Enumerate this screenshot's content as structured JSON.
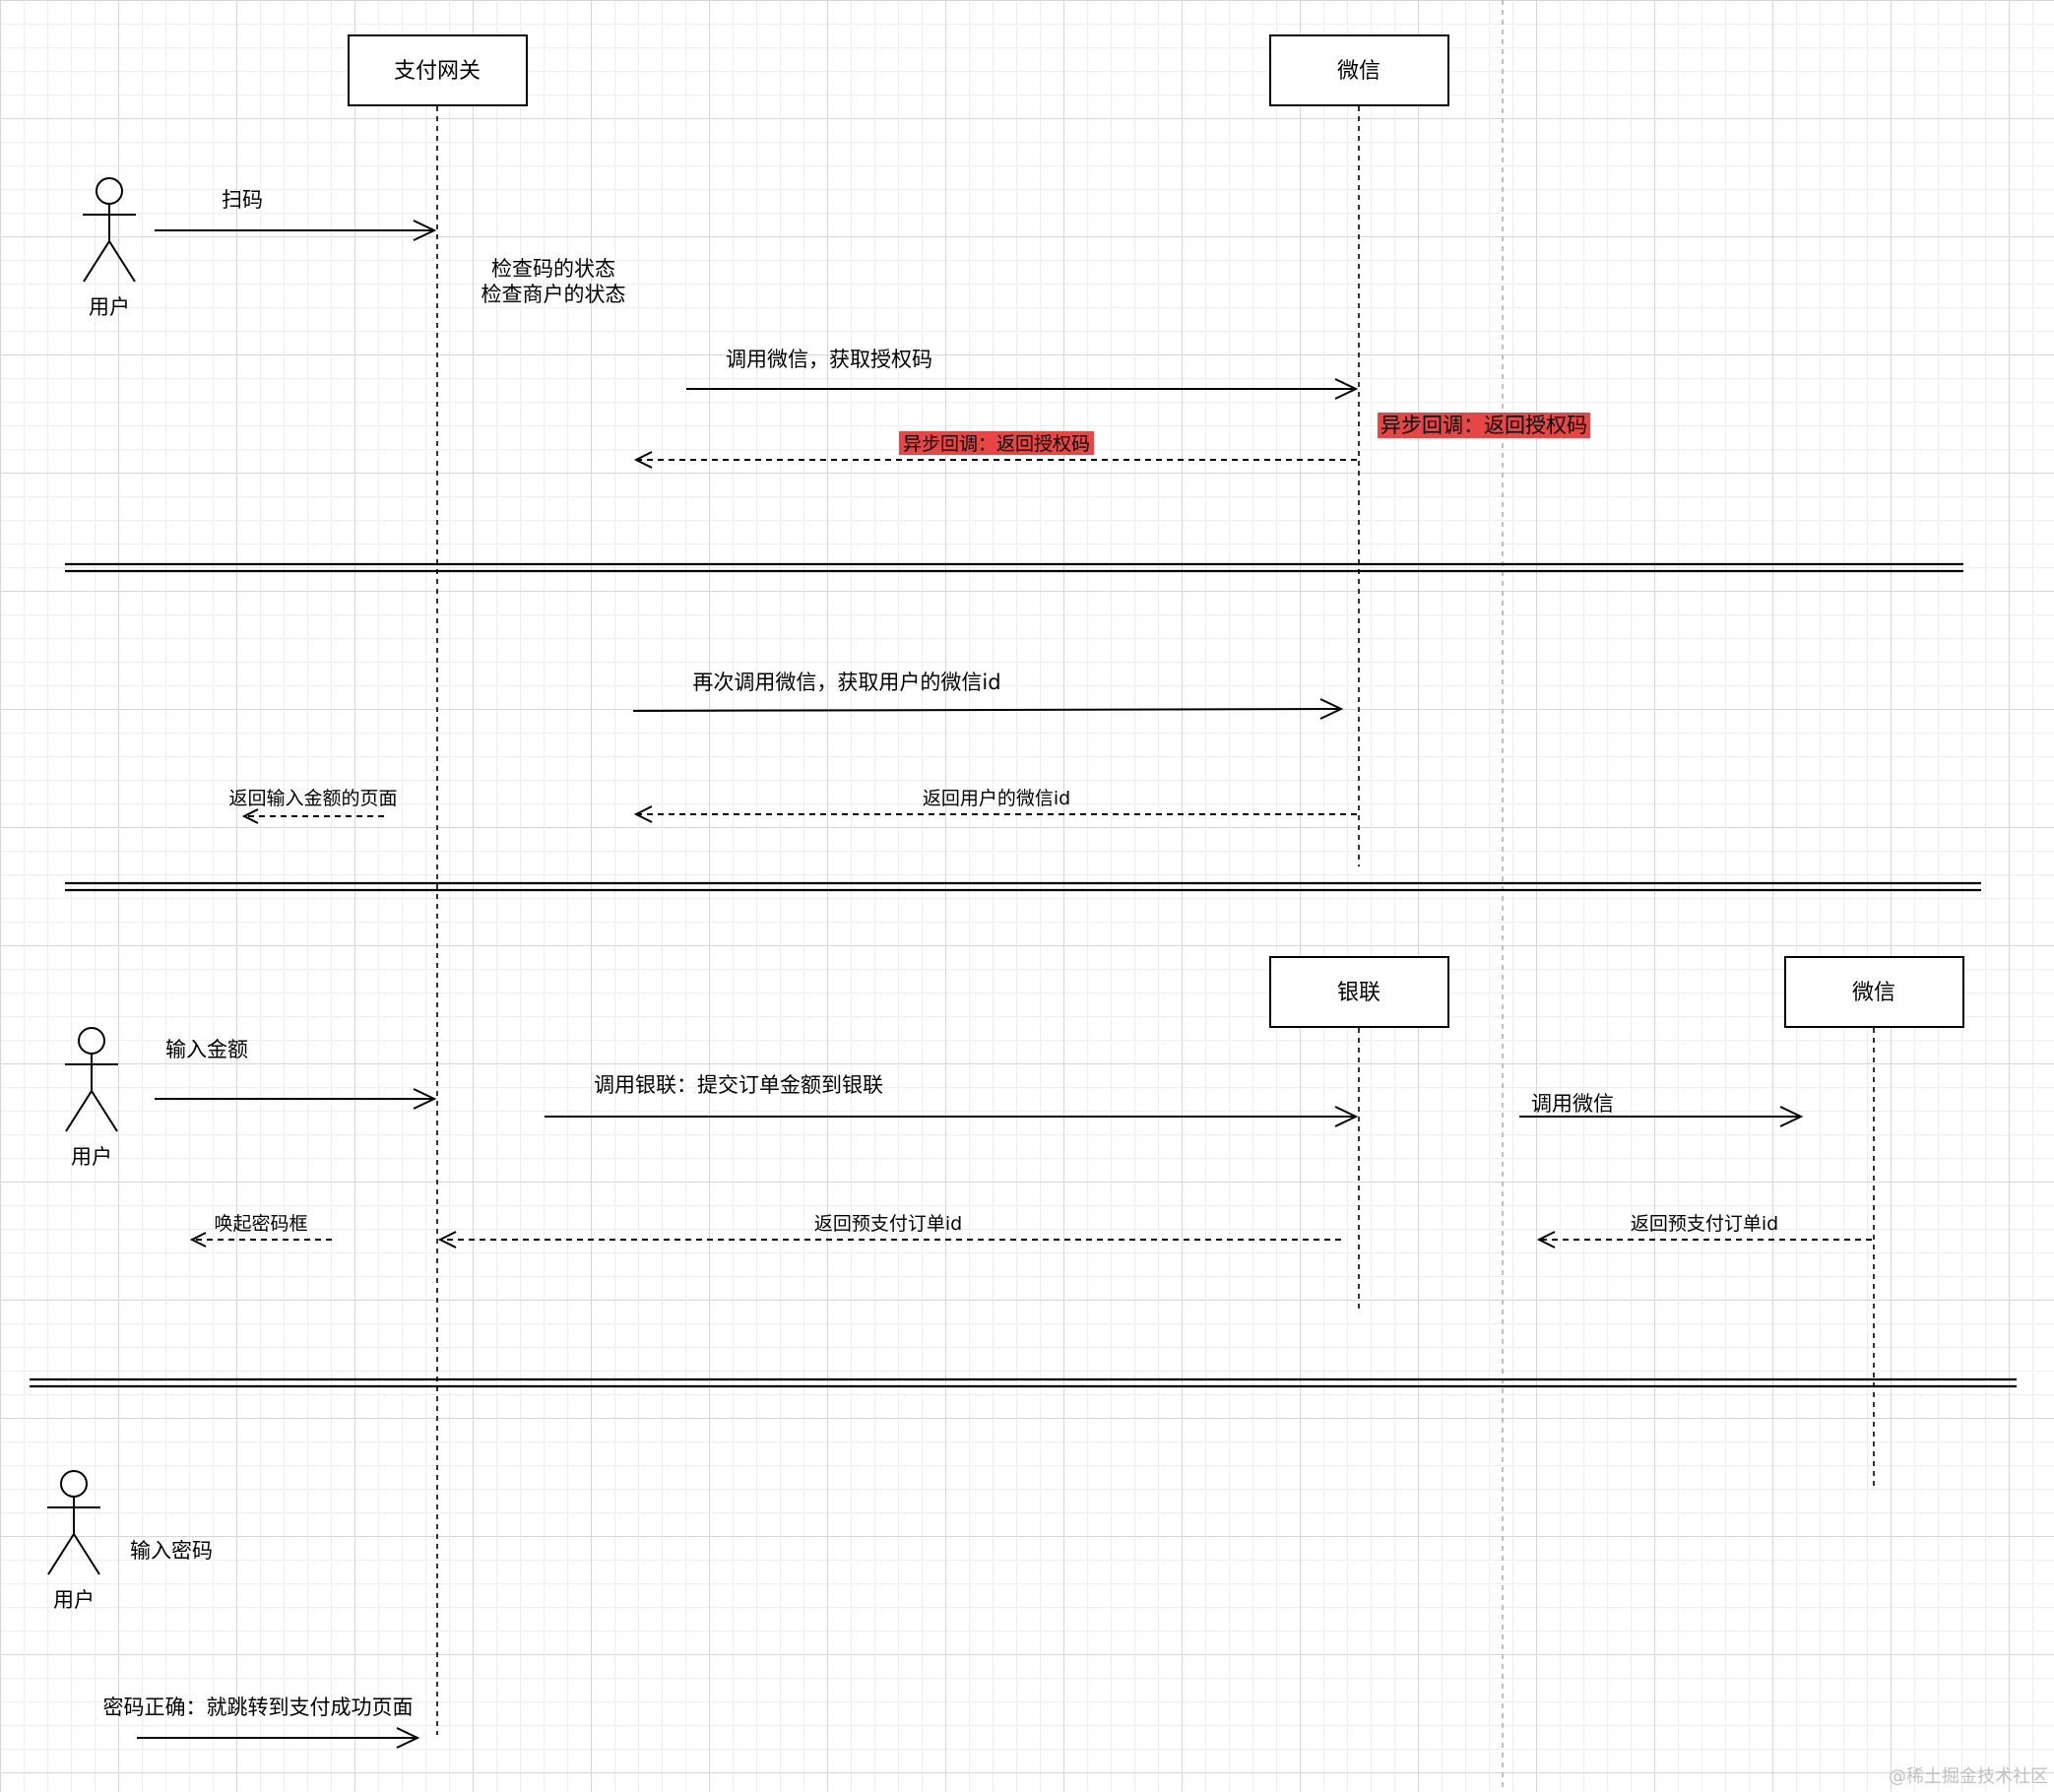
{
  "participants": {
    "gateway": "支付网关",
    "wechat": "微信",
    "unionpay": "银联",
    "wechat2": "微信"
  },
  "actor_label": "用户",
  "colors": {
    "highlight": "#e84545"
  },
  "messages": {
    "scan": "扫码",
    "check_line1": "检查码的状态",
    "check_line2": "检查商户的状态",
    "call_wechat_auth": "调用微信，获取授权码",
    "async_callback_note": "异步回调：返回授权码",
    "async_callback_return": "异步回调：返回授权码",
    "call_wechat_id": "再次调用微信，获取用户的微信id",
    "return_amount_page": "返回输入金额的页面",
    "return_wechat_id": "返回用户的微信id",
    "input_amount": "输入金额",
    "call_unionpay": "调用银联：提交订单金额到银联",
    "call_wechat": "调用微信",
    "open_password_box": "唤起密码框",
    "return_prepay_id": "返回预支付订单id",
    "return_prepay_id_2": "返回预支付订单id",
    "input_password": "输入密码",
    "password_ok": "密码正确：就跳转到支付成功页面"
  },
  "watermark": "@稀土掘金技术社区"
}
